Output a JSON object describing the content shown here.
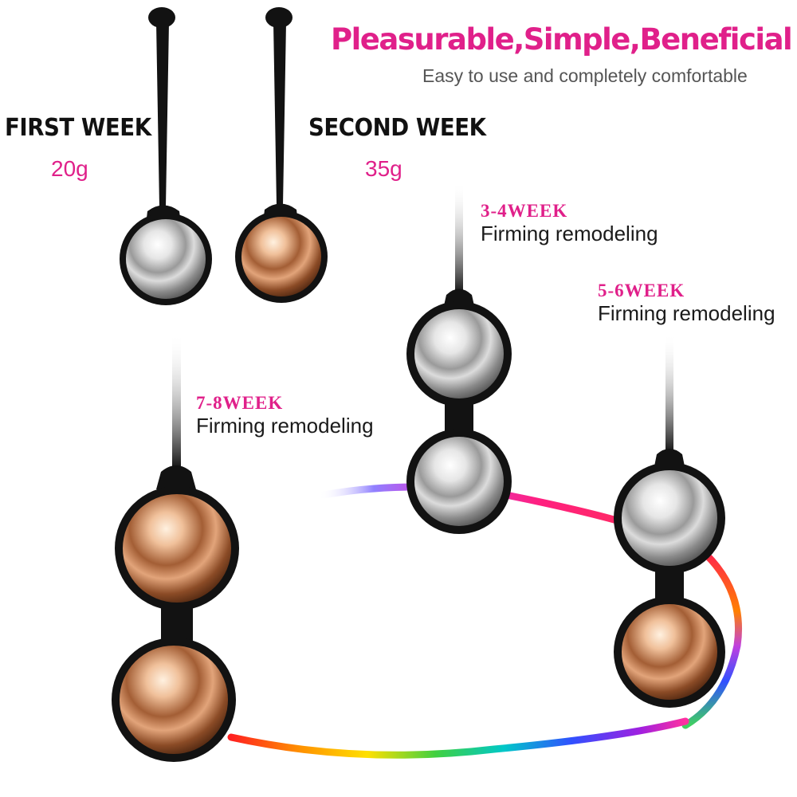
{
  "header": {
    "headline": "Pleasurable,Simple,Beneficial",
    "subline": "Easy to use and completely comfortable"
  },
  "weeks": [
    {
      "title": "FIRST WEEK",
      "weight": "20g"
    },
    {
      "title": "SECOND WEEK",
      "weight": "35g"
    }
  ],
  "stages": [
    {
      "title": "3-4WEEK",
      "desc": "Firming remodeling"
    },
    {
      "title": "5-6WEEK",
      "desc": "Firming remodeling"
    },
    {
      "title": "7-8WEEK",
      "desc": "Firming remodeling"
    }
  ],
  "colors": {
    "accent": "#e0208a",
    "text_dark": "#111111",
    "subtle": "#555555",
    "silicone": "#121212",
    "silver": "#c8c8c8",
    "rose_gold": "#c98a5e"
  }
}
